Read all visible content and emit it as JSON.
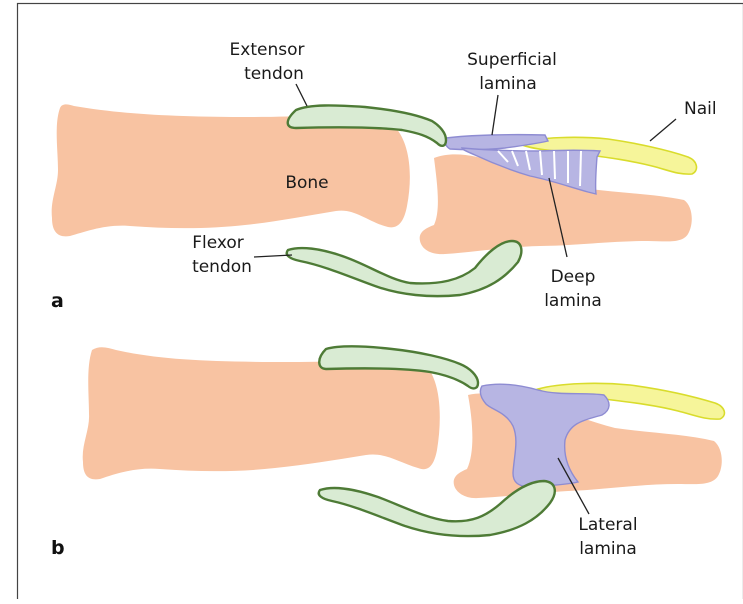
{
  "colors": {
    "bone": "#f8c3a2",
    "tendon_fill": "#d9ebd3",
    "tendon_stroke": "#4e7b36",
    "nail_fill": "#f6f59a",
    "nail_stroke": "#d9dc2c",
    "lamina_fill": "#b7b5e3",
    "lamina_stroke": "#8e8cd2",
    "frame": "#444444"
  },
  "panel_a": {
    "letter": "a",
    "labels": {
      "extensor": [
        "Extensor",
        "tendon"
      ],
      "superficial": [
        "Superficial",
        "lamina"
      ],
      "nail": "Nail",
      "bone": "Bone",
      "flexor": [
        "Flexor",
        "tendon"
      ],
      "deep": [
        "Deep",
        "lamina"
      ]
    }
  },
  "panel_b": {
    "letter": "b",
    "labels": {
      "lateral": [
        "Lateral",
        "lamina"
      ]
    }
  }
}
